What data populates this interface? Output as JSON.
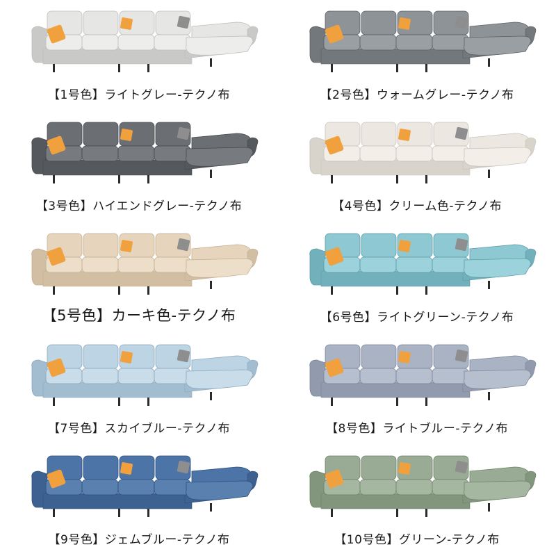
{
  "variants": [
    {
      "label": "【1号色】ライトグレー-テクノ布",
      "back": "#e6e6e4",
      "seat": "#ededeb",
      "base": "#c9c9c7",
      "accent": "#bcbcbc"
    },
    {
      "label": "【2号色】ウォームグレー-テクノ布",
      "back": "#8e9397",
      "seat": "#9a9fa3",
      "base": "#73787c",
      "accent": "#5c6064"
    },
    {
      "label": "【3号色】ハイエンドグレー-テクノ布",
      "back": "#6b6f73",
      "seat": "#777b7f",
      "base": "#55595d",
      "accent": "#45494d"
    },
    {
      "label": "【4号色】クリーム色-テクノ布",
      "back": "#ece8e1",
      "seat": "#f3efe8",
      "base": "#d8d3cb",
      "accent": "#c8c3bb"
    },
    {
      "label": "【5号色】カーキ色-テクノ布",
      "back": "#e6d5bc",
      "seat": "#ecdec8",
      "base": "#d2bfa3",
      "accent": "#c2ae92"
    },
    {
      "label": "【6号色】ライトグリーン-テクノ布",
      "back": "#8ec8d3",
      "seat": "#9bd2db",
      "base": "#72b0bc",
      "accent": "#5d9aa6"
    },
    {
      "label": "【7号色】スカイブルー-テクノ布",
      "back": "#bcd4e4",
      "seat": "#c8dcea",
      "base": "#a3bdd0",
      "accent": "#8aa6bb"
    },
    {
      "label": "【8号色】ライトブルー-テクノ布",
      "back": "#a9b3c4",
      "seat": "#b6bfcd",
      "base": "#919bad",
      "accent": "#7a8498"
    },
    {
      "label": "【9号色】ジェムブルー-テクノ布",
      "back": "#4d74a6",
      "seat": "#5a80b0",
      "base": "#3d6190",
      "accent": "#2f4f7a"
    },
    {
      "label": "【10号色】グリーン-テクノ布",
      "back": "#99ab94",
      "seat": "#a6b7a1",
      "base": "#82957d",
      "accent": "#6d8068"
    }
  ],
  "pillow_colors": {
    "orange": "#f0a13e",
    "plaid": "#8e8e8e"
  }
}
